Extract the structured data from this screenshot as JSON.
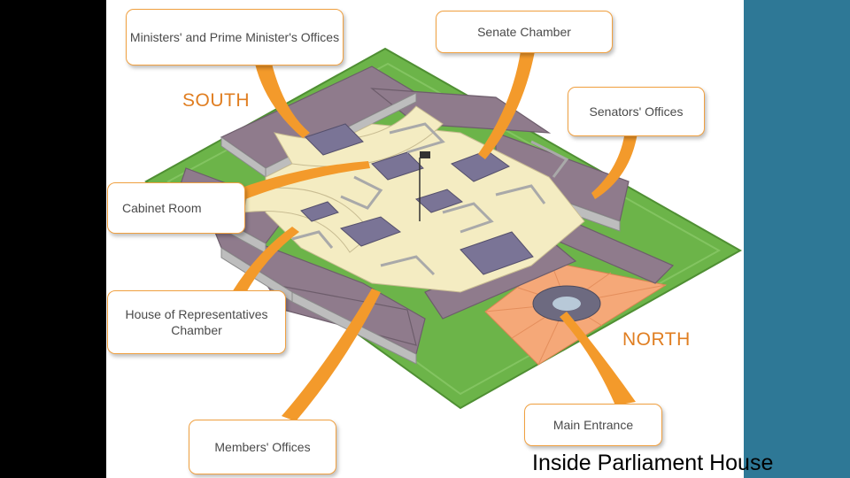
{
  "slide": {
    "caption": "Inside Parliament House"
  },
  "diagram": {
    "directions": {
      "south": "SOUTH",
      "north": "NORTH"
    },
    "callouts": {
      "ministers_offices": "Ministers' and Prime Minister's Offices",
      "senate_chamber": "Senate Chamber",
      "senators_offices": "Senators' Offices",
      "cabinet_room": "Cabinet Room",
      "house_of_representatives_chamber": "House of Representatives Chamber",
      "members_offices": "Members' Offices",
      "main_entrance": "Main Entrance"
    },
    "colors": {
      "background": "#2e7896",
      "lawn": "#6cb449",
      "building_roof": "#8f7b8c",
      "courtyard_floor": "#f4ecc2",
      "chamber_roof": "#7a7496",
      "forecourt": "#f5a878",
      "callout_pointer": "#f39a2b",
      "direction_text": "#e07e21"
    }
  }
}
